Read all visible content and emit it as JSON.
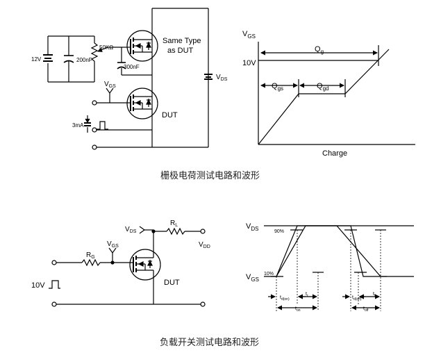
{
  "gate_charge": {
    "caption": "栅极电荷测试电路和波形",
    "circuit": {
      "supply": "12V",
      "cap1": "200nF",
      "pot": "50KΩ",
      "cap2": "300nF",
      "ref_label": "Same Type",
      "ref_label2": "as DUT",
      "vgs": "V",
      "vgs_sub": "GS",
      "dut": "DUT",
      "current": "3mA",
      "vds": "V",
      "vds_sub": "DS"
    },
    "waveform": {
      "y_axis": "V",
      "y_axis_sub": "GS",
      "level": "10V",
      "x_axis": "Charge",
      "qg": "Q",
      "qg_sub": "g",
      "qgs": "Q",
      "qgs_sub": "gs",
      "qgd": "Q",
      "qgd_sub": "gd"
    }
  },
  "switching": {
    "caption": "负载开关测试电路和波形",
    "circuit": {
      "vds": "V",
      "vds_sub": "DS",
      "rl": "R",
      "rl_sub": "L",
      "vdd": "V",
      "vdd_sub": "DD",
      "rg": "R",
      "rg_sub": "G",
      "vgs": "V",
      "vgs_sub": "GS",
      "dut": "DUT",
      "pulse": "10V"
    },
    "waveform": {
      "vds": "V",
      "vds_sub": "DS",
      "vgs": "V",
      "vgs_sub": "GS",
      "p90": "90%",
      "p10": "10%",
      "td_on": "t",
      "td_on_sub": "d(on)",
      "tr": "t",
      "tr_sub": "r",
      "ton": "t",
      "ton_sub": "on",
      "td_off": "t",
      "td_off_sub": "d(off)",
      "tf": "t",
      "tf_sub": "f",
      "toff": "t",
      "toff_sub": "off"
    }
  }
}
